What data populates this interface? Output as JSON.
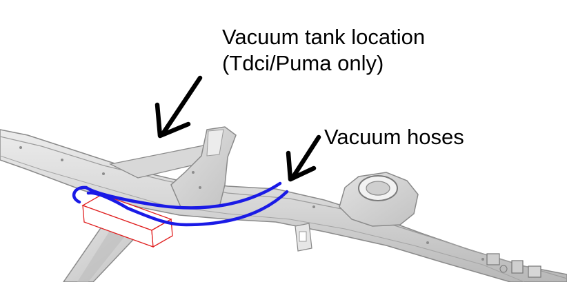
{
  "annotations": {
    "tank_line1": "Vacuum tank location",
    "tank_line2": "(Tdci/Puma only)",
    "hoses": "Vacuum hoses"
  },
  "colors": {
    "hose": "#1a1ae6",
    "tank_outline": "#e02020",
    "frame_fill": "#d4d4d4",
    "frame_stroke": "#8a8a8a",
    "arrow": "#000000"
  },
  "icons": [
    "arrow-down-left-icon"
  ]
}
